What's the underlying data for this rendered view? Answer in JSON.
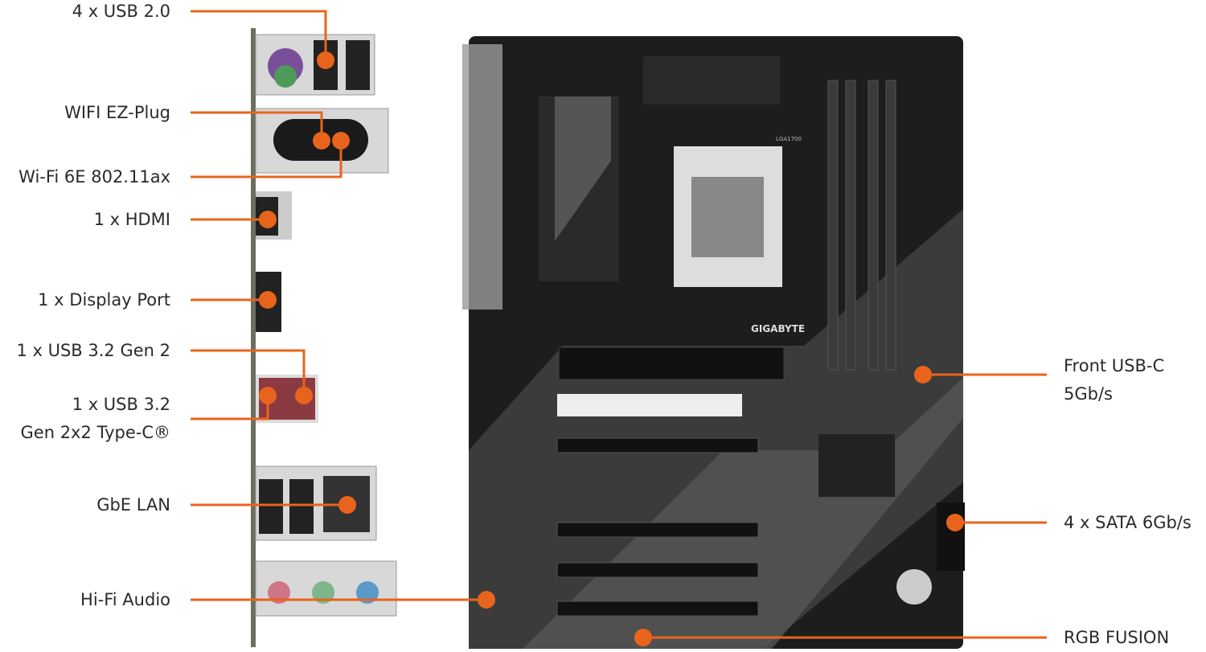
{
  "accent_color": "#e8641c",
  "left_callouts": [
    {
      "label": "4 x USB 2.0"
    },
    {
      "label": "WIFI EZ-Plug"
    },
    {
      "label": "Wi-Fi 6E 802.11ax"
    },
    {
      "label": "1 x HDMI"
    },
    {
      "label": "1 x Display Port"
    },
    {
      "label": "1 x USB 3.2 Gen 2"
    },
    {
      "label": "1 x USB 3.2",
      "label2": "Gen 2x2 Type-C®"
    },
    {
      "label": "GbE LAN"
    },
    {
      "label": "Hi-Fi Audio"
    }
  ],
  "right_callouts": [
    {
      "label": "Front USB-C",
      "label2": "5Gb/s"
    },
    {
      "label": "4 x SATA 6Gb/s"
    },
    {
      "label": "RGB FUSION"
    }
  ],
  "board": {
    "brand_logo": "GIGABYTE",
    "socket_text": "LGA1700"
  }
}
